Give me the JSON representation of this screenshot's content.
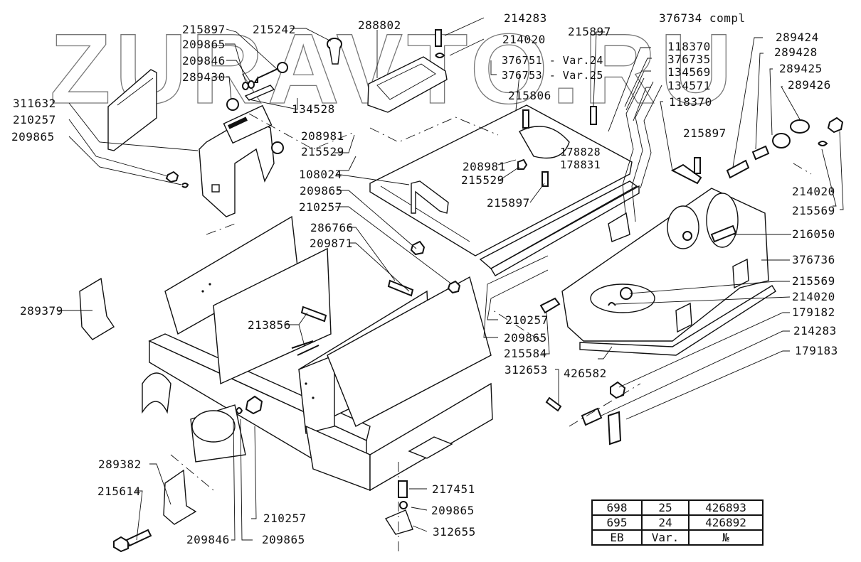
{
  "watermark": "ZURAVTO.RU",
  "title_label": "376734 compl",
  "variants": {
    "var24": "376751 - Var.24",
    "var25": "376753 - Var.25"
  },
  "labels": {
    "l311632": "311632",
    "l210257_a": "210257",
    "l209865_a": "209865",
    "l215897_a": "215897",
    "l209865_b": "209865",
    "l209846_a": "209846",
    "l289430": "289430",
    "l215242": "215242",
    "l134528": "134528",
    "l288802": "288802",
    "l214283_a": "214283",
    "l214020_a": "214020",
    "l215897_b": "215897",
    "l118370_a": "118370",
    "l376735": "376735",
    "l134569": "134569",
    "l134571": "134571",
    "l118370_b": "118370",
    "l289424": "289424",
    "l289428": "289428",
    "l289425": "289425",
    "l289426": "289426",
    "l215806": "215806",
    "l208981_a": "208981",
    "l215529_a": "215529",
    "l208981_b": "208981",
    "l215529_b": "215529",
    "l178828": "178828",
    "l178831": "178831",
    "l215897_c": "215897",
    "l215897_d": "215897",
    "l108024": "108024",
    "l209865_c": "209865",
    "l210257_b": "210257",
    "l286766": "286766",
    "l209871": "209871",
    "l214020_b": "214020",
    "l215569_a": "215569",
    "l216050": "216050",
    "l376736": "376736",
    "l215569_b": "215569",
    "l214020_c": "214020",
    "l179182": "179182",
    "l214283_b": "214283",
    "l179183": "179183",
    "l289379": "289379",
    "l213856": "213856",
    "l210257_c": "210257",
    "l209865_d": "209865",
    "l215584": "215584",
    "l312653": "312653",
    "l426582": "426582",
    "l289382": "289382",
    "l215614": "215614",
    "l210257_d": "210257",
    "l209846_b": "209846",
    "l209865_e": "209865",
    "l217451": "217451",
    "l209865_f": "209865",
    "l312655": "312655"
  },
  "variant_table": {
    "rows": [
      [
        "698",
        "25",
        "426893"
      ],
      [
        "695",
        "24",
        "426892"
      ],
      [
        "EB",
        "Var.",
        "№"
      ]
    ]
  }
}
